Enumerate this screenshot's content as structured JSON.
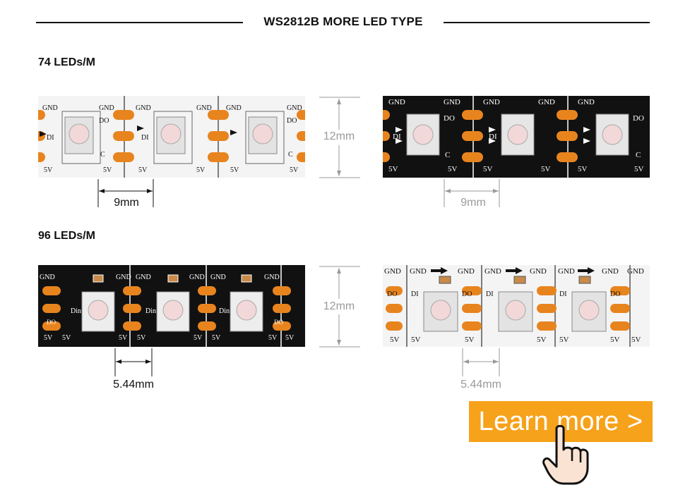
{
  "header": {
    "title": "WS2812B MORE LED TYPE"
  },
  "sections": [
    {
      "label": "74 LEDs/M",
      "height_dim": "12mm",
      "pitch_dark": "9mm",
      "pitch_grey": "9mm",
      "pad_labels": {
        "gnd": "GND",
        "v5": "5V",
        "di": "DI",
        "do": "DO",
        "c": "C"
      }
    },
    {
      "label": "96 LEDs/M",
      "height_dim": "12mm",
      "pitch_dark": "5.44mm",
      "pitch_grey": "5.44mm",
      "pad_labels": {
        "gnd": "GND",
        "v5": "5V",
        "din": "Din",
        "do": "DO",
        "di": "DI"
      }
    }
  ],
  "cta": {
    "label": "Learn more >"
  },
  "icons": {
    "hand": "pointing-hand-icon"
  },
  "colors": {
    "accent": "#f7a21b",
    "pad": "#e8841e",
    "pcb_white": "#f4f4f4",
    "pcb_black": "#111111"
  }
}
